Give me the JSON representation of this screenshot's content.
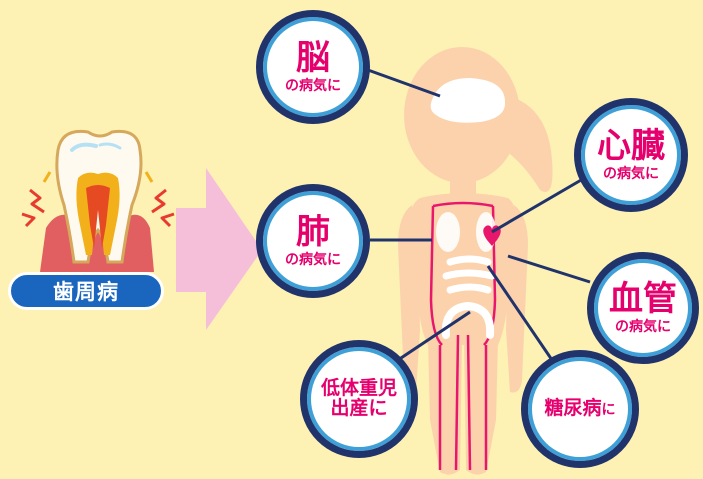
{
  "tooth_label": "歯周病",
  "bubbles": {
    "brain": {
      "big": "脳",
      "small": "の病気に"
    },
    "heart": {
      "big": "心臓",
      "small": "の病気に"
    },
    "lung": {
      "big": "肺",
      "small": "の病気に"
    },
    "vessel": {
      "big": "血管",
      "small": "の病気に"
    },
    "low_birth_weight": {
      "line1": "低体重児",
      "line2": "出産に"
    },
    "diabetes": {
      "main": "糖尿病",
      "suffix": "に"
    }
  },
  "colors": {
    "background": "#fdf1b4",
    "bubble_border": "#20336b",
    "bubble_ring": "#3fa0d8",
    "text_accent": "#e6006e",
    "label_bg": "#1a66bf",
    "arrow": "#f6bfd9",
    "skin": "#fcd2ad"
  }
}
